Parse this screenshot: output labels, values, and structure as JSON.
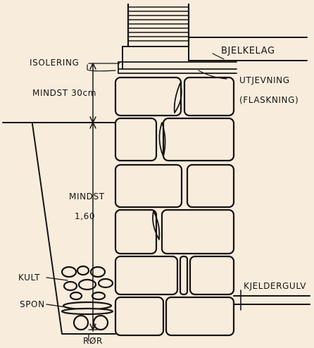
{
  "labels": {
    "isolering": "ISOLERING",
    "bjelkelag": "BJELKELAG",
    "utjevning": "UTJEVNING",
    "flaskning": "(FLASKNING)",
    "mindst_30": "MINDST 30cm",
    "mindst": "MINDST",
    "mindst_value": "1,60",
    "kult": "KULT",
    "spon": "SPON",
    "kjeldergulv": "KJELDERGULV",
    "ror": "RØR"
  },
  "colors": {
    "background": "#f8ecdd",
    "ink": "#161412"
  }
}
